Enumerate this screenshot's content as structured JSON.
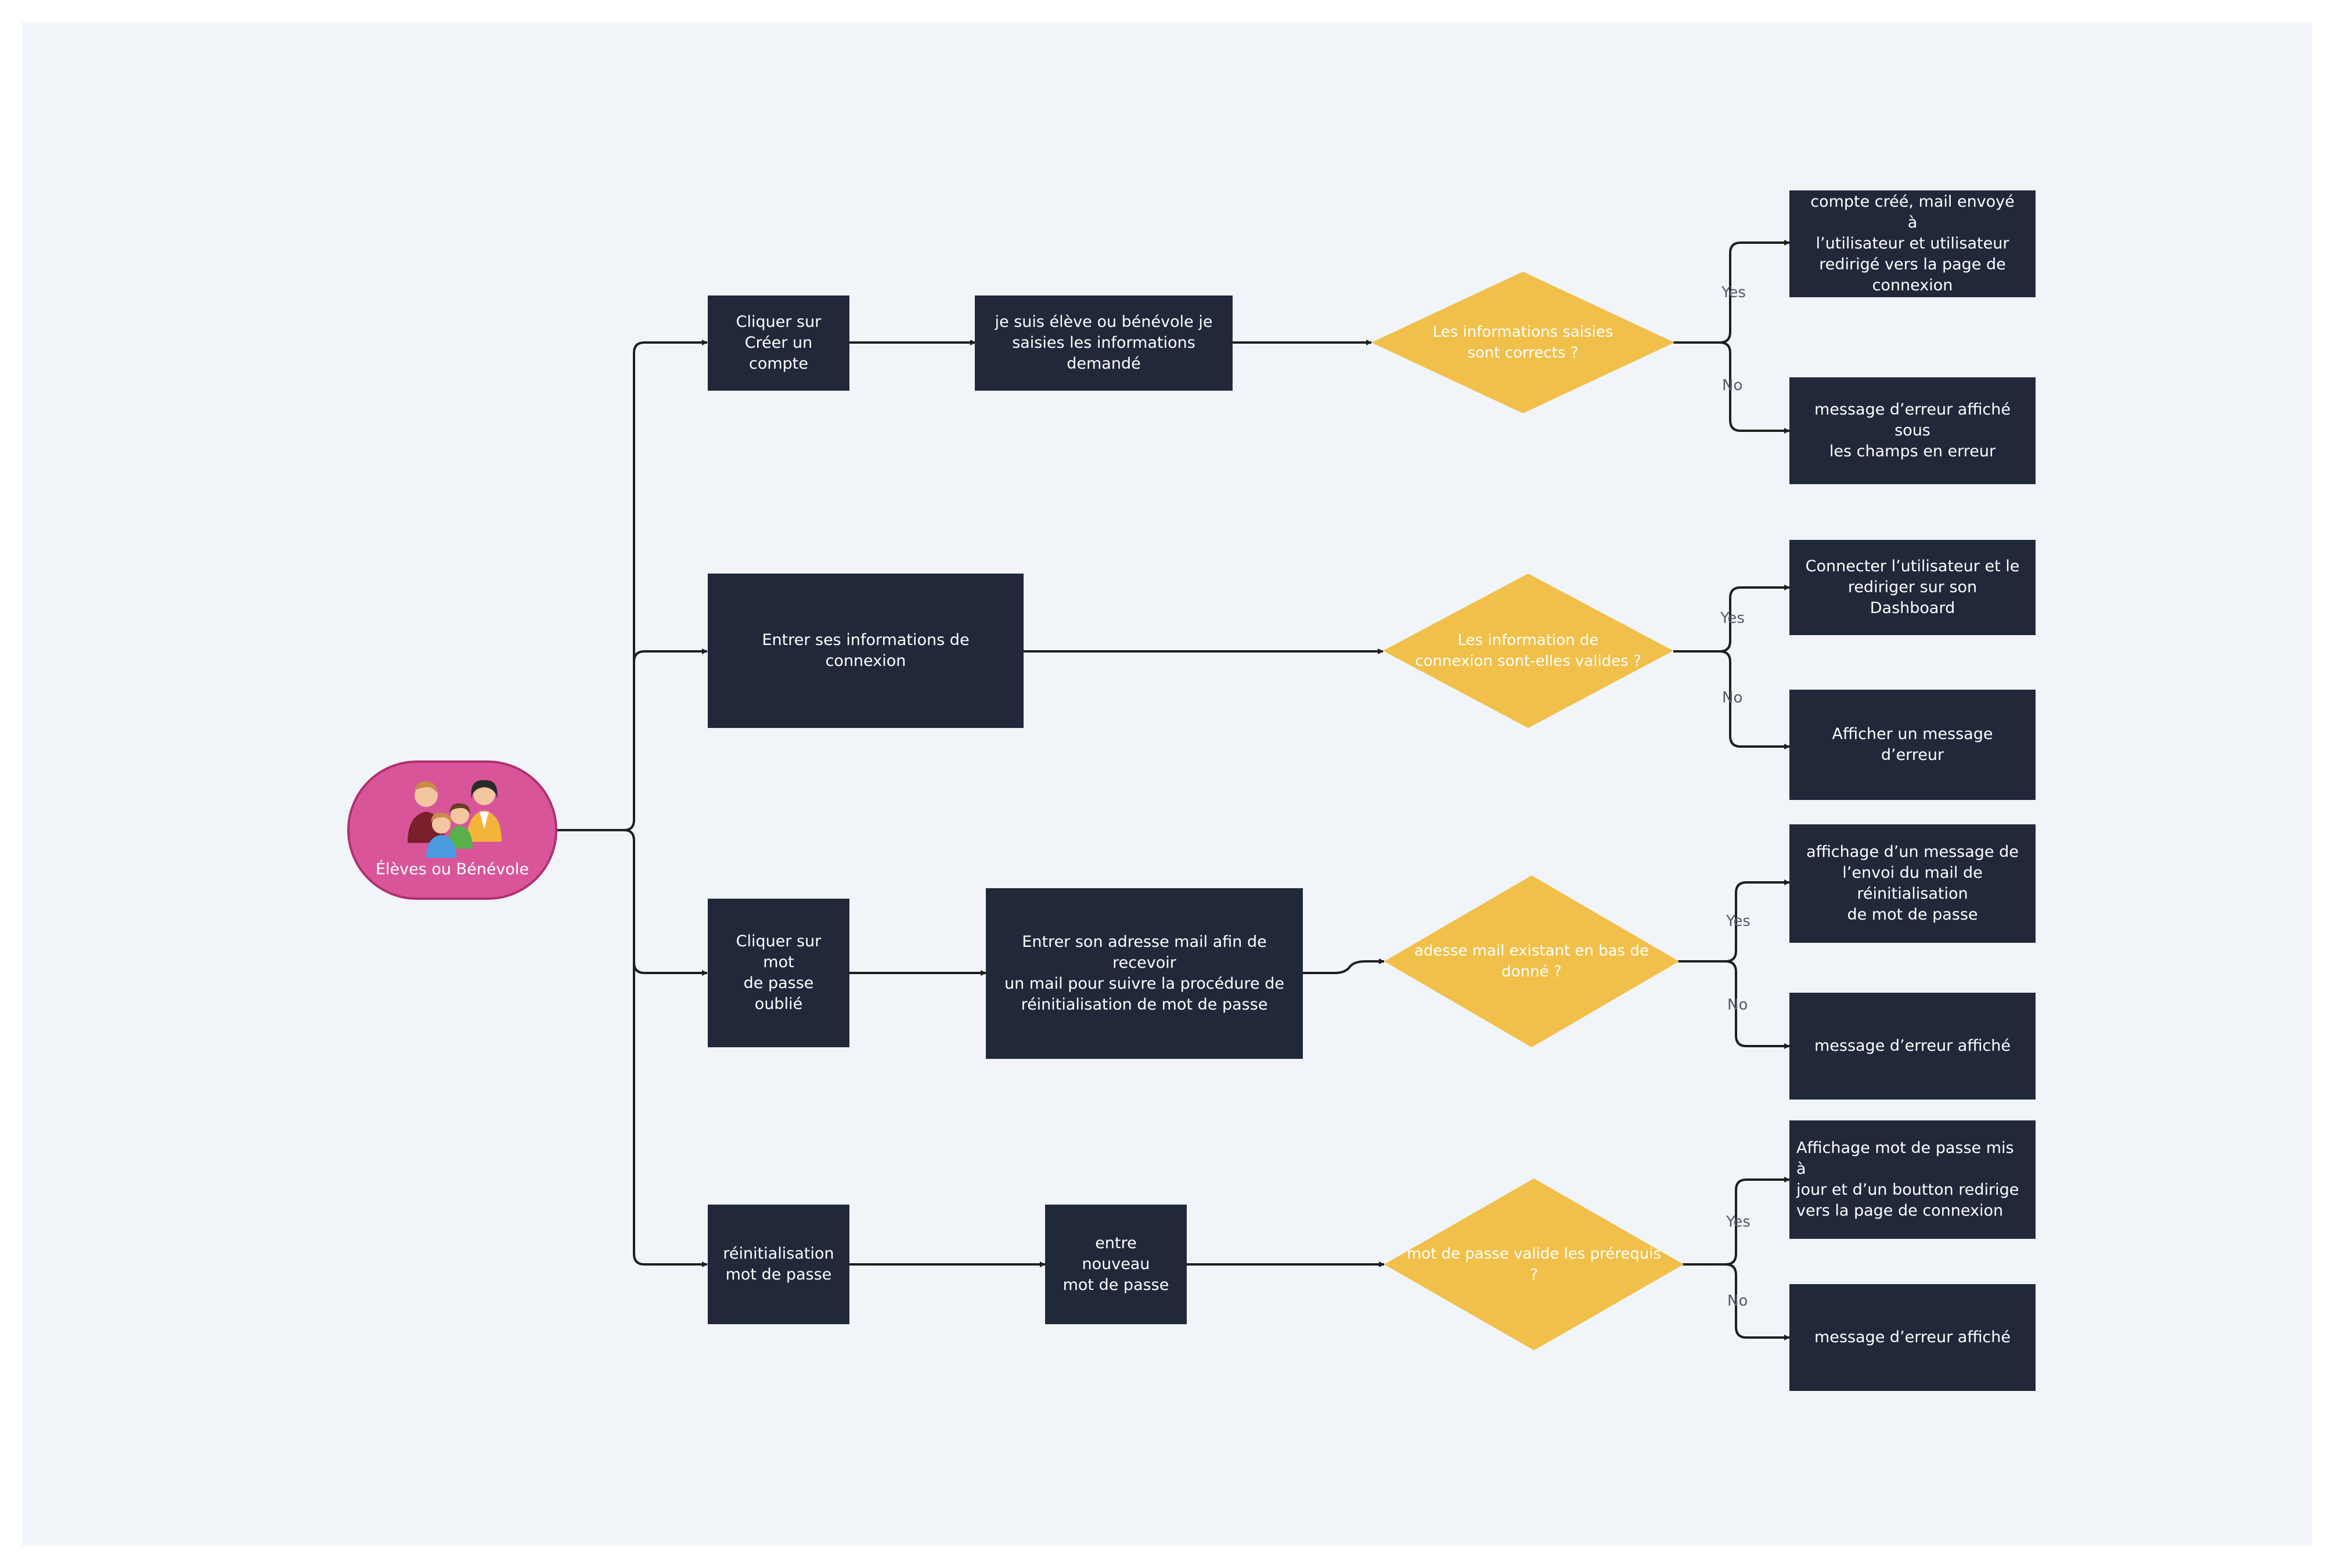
{
  "diagram": {
    "start": {
      "label": "Élèves ou Bénévole",
      "icon": "family-icon"
    },
    "rows": [
      {
        "steps": [
          "Cliquer sur\nCréer un\ncompte",
          "je suis élève ou bénévole  je\nsaisies les informations\ndemandé"
        ],
        "decision": "Les informations saisies\nsont corrects ?",
        "yes": "compte  créé, mail  envoyé à\nl’utilisateur et  utilisateur\nredirigé vers  la page de\nconnexion",
        "no": "message d’erreur affiché sous\nles champs en erreur"
      },
      {
        "steps": [
          "Entrer ses informations de connexion"
        ],
        "decision": "Les information de\nconnexion sont-elles valides ?",
        "yes": "Connecter l’utilisateur et le\nrediriger sur son Dashboard",
        "no": "Afficher un message d’erreur"
      },
      {
        "steps": [
          "Cliquer sur mot\nde passe oublié",
          "Entrer son adresse mail afin de recevoir\nun mail pour suivre la procédure de\nréinitialisation de mot de passe"
        ],
        "decision": "adesse  mail  existant  en bas de donné ?",
        "yes": "affichage d’un message de\nl’envoi du mail de\nréinitialisation\nde mot de passe",
        "no": "message d’erreur affiché"
      },
      {
        "steps": [
          "réinitialisation\nmot de passe",
          "entre  nouveau\nmot de passe"
        ],
        "decision": "mot de passe valide les prérequis ?",
        "yes": "Affichage mot de passe mis à\njour et d’un boutton redirige\nvers la page de connexion",
        "no": "message d’erreur affiché"
      }
    ],
    "yes_label": "Yes",
    "no_label": "No"
  },
  "colors": {
    "background": "#f1f4f8",
    "process_box": "#20283a",
    "decision": "#f0c04a",
    "start": "#d9559a",
    "connector": "#1e1e1e"
  }
}
